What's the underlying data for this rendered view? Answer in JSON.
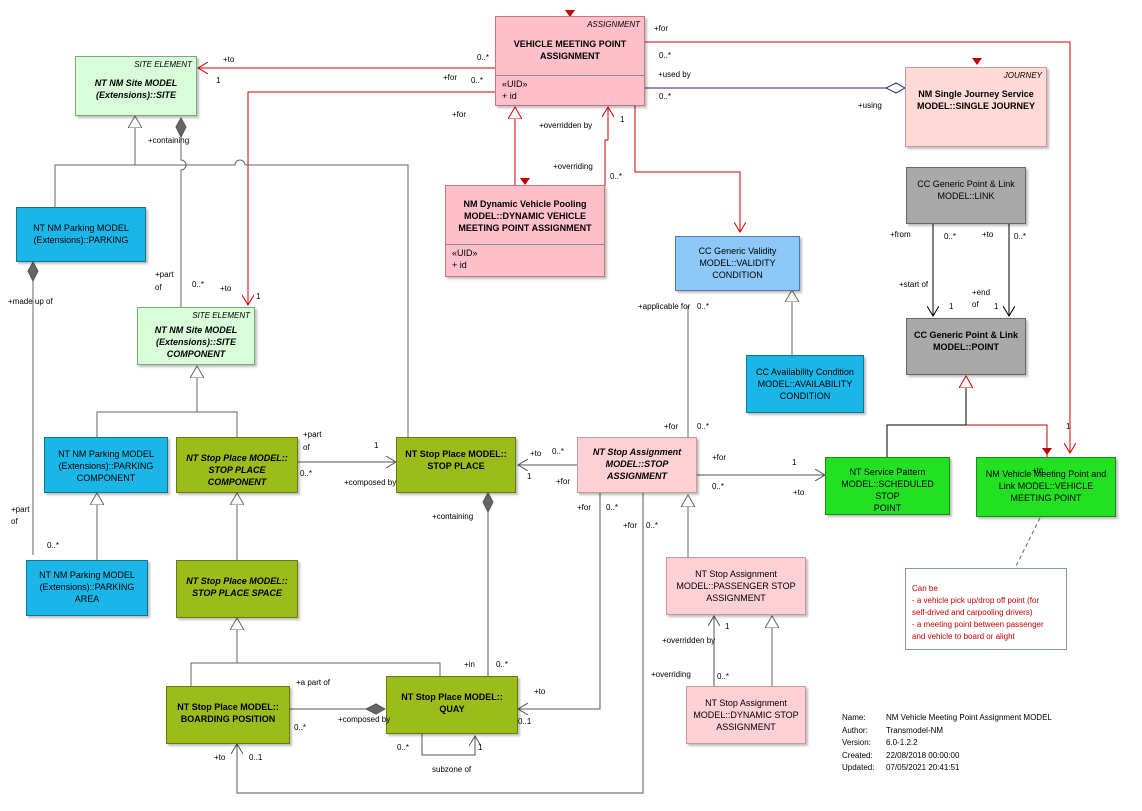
{
  "boxes": {
    "vmpa": {
      "stereotype": "ASSIGNMENT",
      "title1": "VEHICLE MEETING POINT",
      "title2": "ASSIGNMENT",
      "attr1": "«UID»",
      "attr2": "+      id"
    },
    "site": {
      "stereotype": "SITE ELEMENT",
      "title1": "NT NM Site MODEL",
      "title2": "(Extensions)::SITE"
    },
    "journey": {
      "stereotype": "JOURNEY",
      "title1": "NM Single Journey Service",
      "title2": "MODEL::SINGLE JOURNEY"
    },
    "dynpool": {
      "title1": "NM Dynamic Vehicle Pooling",
      "title2": "MODEL::DYNAMIC VEHICLE",
      "title3": "MEETING POINT ASSIGNMENT",
      "attr1": "«UID»",
      "attr2": "+      id"
    },
    "parking": {
      "title1": "NT NM Parking MODEL",
      "title2": "(Extensions)::PARKING"
    },
    "link": {
      "title1": "CC Generic Point & Link",
      "title2": "MODEL::LINK"
    },
    "validity": {
      "title1": "CC Generic Validity",
      "title2": "MODEL::VALIDITY",
      "title3": "CONDITION"
    },
    "sitecomp": {
      "stereotype": "SITE ELEMENT",
      "title1": "NT NM Site MODEL",
      "title2": "(Extensions)::SITE",
      "title3": "COMPONENT"
    },
    "point": {
      "title1": "CC Generic Point & Link",
      "title2": "MODEL::POINT"
    },
    "availability": {
      "title1": "CC Availability Condition",
      "title2": "MODEL::AVAILABILITY",
      "title3": "CONDITION"
    },
    "parkcomp": {
      "title1": "NT NM Parking MODEL",
      "title2": "(Extensions)::PARKING",
      "title3": "COMPONENT"
    },
    "spcomp": {
      "title1": "NT Stop Place MODEL::",
      "title2": "STOP PLACE COMPONENT"
    },
    "stopplace": {
      "title1": "NT Stop Place MODEL::",
      "title2": "STOP PLACE"
    },
    "stopassign": {
      "title1": "NT Stop Assignment",
      "title2": "MODEL::STOP",
      "title3": "ASSIGNMENT"
    },
    "ssp": {
      "title1": "NT Service Pattern",
      "title2": "MODEL::SCHEDULED STOP",
      "title3": "POINT"
    },
    "vmp": {
      "title1": "NM Vehicle Meeting Point and",
      "title2": "Link MODEL::VEHICLE",
      "title3": "MEETING POINT"
    },
    "parkarea": {
      "title1": "NT NM Parking MODEL",
      "title2": "(Extensions)::PARKING",
      "title3": "AREA"
    },
    "spspace": {
      "title1": "NT Stop Place MODEL::",
      "title2": "STOP PLACE SPACE"
    },
    "psa": {
      "title1": "NT Stop Assignment",
      "title2": "MODEL::PASSENGER STOP",
      "title3": "ASSIGNMENT"
    },
    "boarding": {
      "title1": "NT Stop Place MODEL::",
      "title2": "BOARDING POSITION"
    },
    "quay": {
      "title1": "NT Stop Place MODEL::",
      "title2": "QUAY"
    },
    "dsa": {
      "title1": "NT Stop Assignment",
      "title2": "MODEL::DYNAMIC STOP",
      "title3": "ASSIGNMENT"
    }
  },
  "labels": {
    "for_top": "+for",
    "to_site": "+to",
    "one_site": "1",
    "for_site": "+for",
    "mult_site1": "0..*",
    "mult_site2": "0..*",
    "for_left": "+for",
    "mult_top_right": "0..*",
    "used_by": "+used by",
    "mult_journey": "0..*",
    "using": "+using",
    "overridden_by": "+overridden by",
    "one_over": "1",
    "overriding": "+overriding",
    "mult_over": "0..*",
    "containing": "+containing",
    "part_of1": "+part",
    "part_of2": "of",
    "mult_part": "0..*",
    "to_sitecomp": "+to",
    "one_sitecomp": "1",
    "made_up_of": "+made up of",
    "from": "+from",
    "mult_from": "0..*",
    "to_link": "+to",
    "mult_to_link": "0..*",
    "start_of": "+start of",
    "one_start": "1",
    "end_of1": "+end",
    "end_of2": "of",
    "one_end": "1",
    "applicable_for": "+applicable for",
    "mult_applicable": "0..*",
    "part_of_sp1": "+part",
    "part_of_sp2": "of",
    "one_sp": "1",
    "mult_spcomp": "0..*",
    "composed_by": "+composed by",
    "to_sp": "+to",
    "mult_sp_to": "0..*",
    "one_sp2": "1",
    "for_sp": "+for",
    "for_sa": "+for",
    "mult_sa": "0..*",
    "for_ssp": "+for",
    "one_ssp": "1",
    "mult_ssp": "0..*",
    "to_ssp": "+to",
    "one_vmp": "1",
    "to_vmp": "+to",
    "part_of_pa1": "+part",
    "part_of_pa2": "of",
    "mult_pa": "0..*",
    "containing_sp": "+containing",
    "for_quay": "+for",
    "mult_for_quay": "0..*",
    "for_quay2": "+for",
    "mult_for_quay2": "0..*",
    "overridden_by2": "+overridden by",
    "one_over2": "1",
    "overriding2": "+overriding",
    "mult_over2": "0..*",
    "in": "+in",
    "mult_in": "0..*",
    "a_part_of": "+a part of",
    "composed_by2": "+composed by",
    "mult_bp": "0..*",
    "to_quay": "+to",
    "mult_to_quay": "0..1",
    "mult_subzone": "0..*",
    "one_subzone": "1",
    "subzone_of": "subzone of",
    "to_bp": "+to",
    "mult_to_bp": "0..1"
  },
  "note": {
    "lines": [
      "Can be",
      "- a vehicle pick up/drop off point (for",
      "self-drived and carpooling drivers)",
      "- a meeting point between passenger",
      "and vehicle to board or alight"
    ]
  },
  "meta": {
    "name_k": "Name:",
    "name_v": "NM Vehicle Meeting Point Assignment MODEL",
    "author_k": "Author:",
    "author_v": "Transmodel-NM",
    "version_k": "Version:",
    "version_v": "6.0-1.2.2",
    "created_k": "Created:",
    "created_v": "22/08/2018 00:00:00",
    "updated_k": "Updated:",
    "updated_v": "07/05/2021 20:41:51"
  },
  "colors": {
    "pink": "#ffc0cb",
    "mint": "#d9fcd9",
    "blue": "#1ab6e8",
    "olive": "#9cbc1c",
    "green": "#22e022",
    "grey": "#a9a9a9",
    "red_line": "#d00000"
  }
}
